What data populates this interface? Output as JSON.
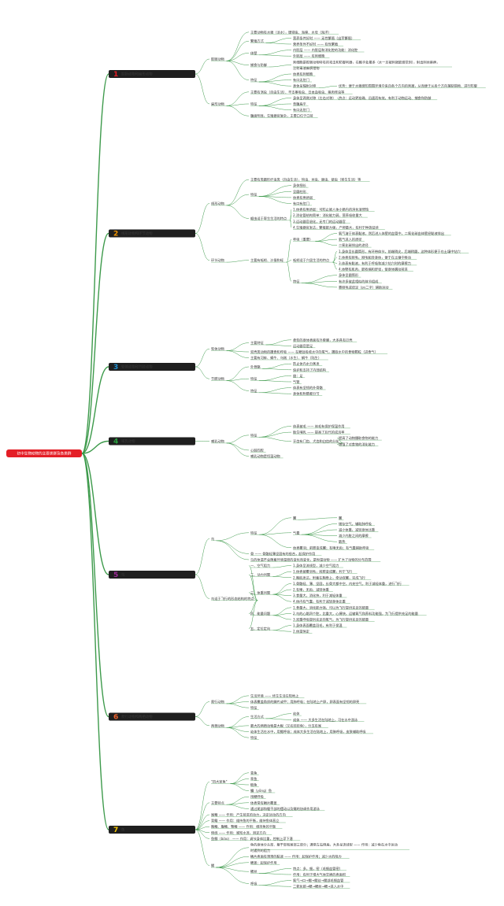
{
  "root": {
    "label": "初中生物动物的主要类群及各类群"
  },
  "colors": {
    "root_fill": "#e41e26",
    "branch_fill": "#1f1f1f",
    "branch_line": "#3d9a4b",
    "leaf_line": "#3d9a4b",
    "text": "#333333",
    "numbers": [
      "#e41e26",
      "#f29400",
      "#1f8fd0",
      "#2aa33f",
      "#a02a9a",
      "#e8602c",
      "#f4c500"
    ]
  },
  "branches": [
    {
      "num": "1",
      "title": "腔肠动物和扁形动物",
      "nodes": [
        {
          "t": "腔肠动物",
          "kids": [
            {
              "t": "主要动物有水螅（淡水），珊瑚虫、海葵、水母（海洋）"
            },
            {
              "t": "繁殖方式",
              "kids": [
                {
                  "t": "营养条件好时 —— 无性繁殖（出芽繁殖）"
                },
                {
                  "t": "营养条件不好时 —— 有性繁殖"
                }
              ]
            },
            {
              "t": "体壁",
              "kids": [
                {
                  "t": "内胚层 —— 内胚层和消化腔的功能：消化腔"
                },
                {
                  "t": "外胚层 —— 有刺细胞"
                }
              ]
            },
            {
              "t": "捕食与防御",
              "kids": [
                {
                  "t": "刺细胞是腔肠动物特有的攻击和防御利器，在触手处最多（水一旦被刺就能感觉到），射出刺丝麻痹，注射毒液麻痹猎物"
                }
              ]
            },
            {
              "t": "特征",
              "kids": [
                {
                  "t": "体表有刺细胞"
                },
                {
                  "t": "有口无肛门"
                },
                {
                  "t": "身体呈辐射对称",
                  "kids": [
                    {
                      "t": "优势：便于水螅感知周围环境中来自各个方向的刺激，从而便于从各个方向捕获猎物、进行防御"
                    }
                  ]
                }
              ]
            }
          ]
        },
        {
          "t": "扁形动物",
          "kids": [
            {
              "t": "主要有涡虫（自由生活）、华支睾吸虫、日本血吸虫、猪肉绦虫等"
            },
            {
              "t": "特征",
              "kids": [
                {
                  "t": "身体呈两侧对称（左右对称）",
                  "kids": [
                    {
                      "t": "特点：运动更准确、迅速而有效，有利于动物运动、捕食和防御"
                    }
                  ]
                },
                {
                  "t": "背腹扁平"
                },
                {
                  "t": "有口无肛门"
                }
              ]
            },
            {
              "t": "腹面明显，生殖器官复杂，主要口位于口前"
            }
          ]
        }
      ]
    },
    {
      "num": "2",
      "title": "线形动物和环节动物",
      "nodes": [
        {
          "t": "线形动物",
          "kids": [
            {
              "t": "主要有类圆形纤虫类（自由生活），钩虫、丝虫、蛔虫、蛲虫（寄生生活）等"
            },
            {
              "t": "特征",
              "kids": [
                {
                  "t": "身体细长"
                },
                {
                  "t": "呈圆柱形"
                },
                {
                  "t": "体表有角质层"
                },
                {
                  "t": "有口有肛门"
                }
              ]
            },
            {
              "t": "蛔虫适于寄生生活的特点",
              "kids": [
                {
                  "t": "1.体表有角质层：可防止被人体小肠内的消化液侵蚀"
                },
                {
                  "t": "2.消化管结构简单：消化能力弱，营养吸收量大"
                },
                {
                  "t": "3.运动器官退化，无专门的运动器官"
                },
                {
                  "t": "4.生殖器官发达，繁殖能力强，产卵量大，有利于种族延续"
                }
              ]
            }
          ]
        },
        {
          "t": "环节动物",
          "kids": [
            {
              "t": "主要有蚯蚓、沙蚕和蛭",
              "kids": [
                {
                  "t": "呼吸（重要）",
                  "kids": [
                    {
                      "t": "氧气溶于体表黏液，然后进入体壁的血管中，二氧化碳由体壁经黏液排出"
                    },
                    {
                      "t": "氧气进入的途径"
                    },
                    {
                      "t": "二氧化碳排出的途径"
                    }
                  ]
                },
                {
                  "t": "蚯蚓适于穴居生活的特点",
                  "kids": [
                    {
                      "t": "1.身体呈长圆筒形，有环带体节，前端稍尖，后端稍圆，这种体形便于在土壤中钻穴"
                    },
                    {
                      "t": "2.体表有刚毛，刚毛配合身体，便于在土壤中移动"
                    },
                    {
                      "t": "3.体表有黏液，有利于呼吸和减少钻穴时的摩擦力"
                    },
                    {
                      "t": "4.体壁有肌肉，能收缩和舒张，使身体蠕动前进"
                    }
                  ]
                },
                {
                  "t": "特征",
                  "kids": [
                    {
                      "t": "身体呈圆筒形"
                    },
                    {
                      "t": "有许多彼此相似的体节组成"
                    },
                    {
                      "t": "靠刚毛或疣足（ps二字）辅助运动"
                    }
                  ]
                }
              ]
            }
          ]
        }
      ]
    },
    {
      "num": "3",
      "title": "软体动物和节肢动物",
      "nodes": [
        {
          "t": "软体动物",
          "kids": [
            {
              "t": "主要特征",
              "kids": [
                {
                  "t": "柔软的身体表面有外套膜，大多具有贝壳"
                },
                {
                  "t": "运动器官是足"
                }
              ]
            },
            {
              "t": "双壳类动物的摄食和呼吸 —— 在鳃处吸收水中的氧气，摄取水中的食物颗粒（进食气）"
            },
            {
              "t": "主要有河蚌、蜗牛、乌贼（水生）、蜗牛（陆生）"
            }
          ]
        },
        {
          "t": "节肢动物",
          "kids": [
            {
              "t": "外骨骼",
              "kids": [
                {
                  "t": "防止体内水分蒸发"
                },
                {
                  "t": "保护和支持了内部结构"
                }
              ]
            },
            {
              "t": "特征",
              "kids": [
                {
                  "t": "翅：足"
                },
                {
                  "t": "气管"
                }
              ]
            },
            {
              "t": "特征",
              "kids": [
                {
                  "t": "体表有坚韧的外骨骼"
                },
                {
                  "t": "身体和附肢都分节"
                }
              ]
            }
          ]
        }
      ]
    },
    {
      "num": "4",
      "title": "哺乳动物",
      "nodes": [
        {
          "t": "哺乳动物",
          "kids": [
            {
              "t": "特征",
              "kids": [
                {
                  "t": "体表被毛 —— 体毛有保护保温作用"
                },
                {
                  "t": "胎生哺乳 —— 提高了后代的成活率"
                },
                {
                  "t": "牙齿有门齿、犬齿和臼齿的分化",
                  "kids": [
                    {
                      "t": "提高了动物摄取食物的能力"
                    },
                    {
                      "t": "增强了对食物的消化能力"
                    }
                  ]
                }
              ]
            },
            {
              "t": "心脏四腔"
            },
            {
              "t": "哺乳动物是恒温动物"
            }
          ]
        }
      ]
    },
    {
      "num": "5",
      "title": "鸟",
      "nodes": [
        {
          "t": "鸟",
          "kids": [
            {
              "t": "特征",
              "kids": [
                {
                  "t": "翼",
                  "kids": [
                    {
                      "t": "翼"
                    }
                  ]
                },
                {
                  "t": "气囊",
                  "kids": [
                    {
                      "t": "储存空气，辅助肺呼吸"
                    },
                    {
                      "t": "减小体重，减轻身体比重"
                    },
                    {
                      "t": "减少内脏之间的摩擦"
                    },
                    {
                      "t": "散热"
                    }
                  ]
                },
                {
                  "t": "体表覆羽；前肢变成翼；有喙无齿；有气囊辅助呼吸"
                }
              ]
            },
            {
              "t": "骨 —— 骨骼轻薄坚固有的愈合，起保护作用"
            },
            {
              "t": "鸟的体温不会随着环境温度的变化而变化，是恒温动物 —— 扩大了动物的分布范围"
            }
          ]
        },
        {
          "t": "鸟适于飞行的形态结构的特点",
          "kids": [
            {
              "t": "一、空气阻力",
              "kids": [
                {
                  "t": "1.身体呈流线型，减少空气阻力"
                }
              ]
            },
            {
              "t": "二、动力问题",
              "kids": [
                {
                  "t": "1.体表被覆羽毛，前肢变成翼，利于飞行"
                },
                {
                  "t": "2.胸肌发达，附着在胸骨上，牵动双翼，完成飞行"
                }
              ]
            },
            {
              "t": "三、体重问题",
              "kids": [
                {
                  "t": "1.骨骼轻、薄、坚固，长骨大都中空，内充空气，利于减轻体重，进行飞行"
                },
                {
                  "t": "2.有喙，无齿，减轻体重"
                },
                {
                  "t": "3.食量大，消化快，利于减轻体重"
                },
                {
                  "t": "4.体内有气囊，有利于减轻身体比重"
                }
              ]
            },
            {
              "t": "四、能量问题",
              "kids": [
                {
                  "t": "1.食量大，消化能力强，可以为飞行提供充足的能量"
                },
                {
                  "t": "2.鸟的心跳四个腔，比重大，心搏快，运输氧气和养料功能强，为飞行提供充足的能量"
                },
                {
                  "t": "3.双重呼吸提供充足的氧气，为飞行提供充足的能量"
                }
              ]
            },
            {
              "t": "五、定位定向",
              "kids": [
                {
                  "t": "1.身体表面覆盖羽毛，有利于保温"
                },
                {
                  "t": "2.体温恒定"
                }
              ]
            }
          ]
        }
      ]
    },
    {
      "num": "6",
      "title": "爬行动物和两栖动物",
      "nodes": [
        {
          "t": "爬行动物",
          "kids": [
            {
              "t": "生活环境 —— 终生生活在陆地上"
            },
            {
              "t": "体表覆盖角质的鳞片或甲；用肺呼吸；在陆地上产卵，卵表面有坚韧的卵壳"
            },
            {
              "t": "特征"
            }
          ]
        },
        {
          "t": "两栖动物",
          "kids": [
            {
              "t": "生活方式",
              "kids": [
                {
                  "t": "幼体"
                },
                {
                  "t": "成体 —— 大多生活在陆地上，可在水中游泳"
                }
              ]
            },
            {
              "t": "最大的两栖动物是大鲵（又名娃娃鱼），分五有尾"
            },
            {
              "t": "幼体生活在水中，用鳃呼吸；成体大多生活在陆地上，用肺呼吸，皮肤辅助呼吸"
            },
            {
              "t": "特征"
            }
          ]
        }
      ]
    },
    {
      "num": "7",
      "title": "鱼",
      "nodes": [
        {
          "t": "\"四大家鱼\"",
          "kids": [
            {
              "t": "青鱼"
            },
            {
              "t": "草鱼"
            },
            {
              "t": "鲢鱼"
            },
            {
              "t": "鳙（yōng）鱼"
            }
          ]
        },
        {
          "t": "主要特点",
          "kids": [
            {
              "t": "用鳃呼吸"
            },
            {
              "t": "体表常有鳞片覆盖"
            },
            {
              "t": "通过尾部和躯干部的摆动以及鳍的协调作用游泳"
            }
          ]
        },
        {
          "t": "尾鳍 —— 作用：产生前进的动力，决定运动的方向"
        },
        {
          "t": "背鳍 —— 作用：维持鱼的平衡，维持鱼体直立"
        },
        {
          "t": "胸鳍、腹鳍、臀鳍 —— 作用：维持鱼的平衡"
        },
        {
          "t": "侧线 —— 作用：感知水流，测定方向"
        },
        {
          "t": "鱼鳔（biào） —— 作用：调节身体比重，控制上浮下潜"
        },
        {
          "t": "鳃",
          "kids": [
            {
              "t": "鱼的身体分头部、躯干部和尾部三部分；通常左右侧扁，大多呈流线型 —— 作用：减少鱼在水中运动时遇到的阻力"
            },
            {
              "t": "鳞片表面有滑滑的黏液 —— 作用：起保护作用；减少水的阻力"
            },
            {
              "t": "鳃盖：起保护作用"
            },
            {
              "t": "鳃丝",
              "kids": [
                {
                  "t": "特点：多，细，密（毛细血管密）"
                },
                {
                  "t": "作用：有利于增大气体交换的表面积"
                }
              ]
            },
            {
              "t": "呼吸",
              "kids": [
                {
                  "t": "氧气→口→鳃→鳃丝→鳃部毛细血管"
                },
                {
                  "t": "二氧化碳→鳃→鳃丝→鳃→进入水中"
                }
              ]
            }
          ]
        }
      ]
    }
  ]
}
